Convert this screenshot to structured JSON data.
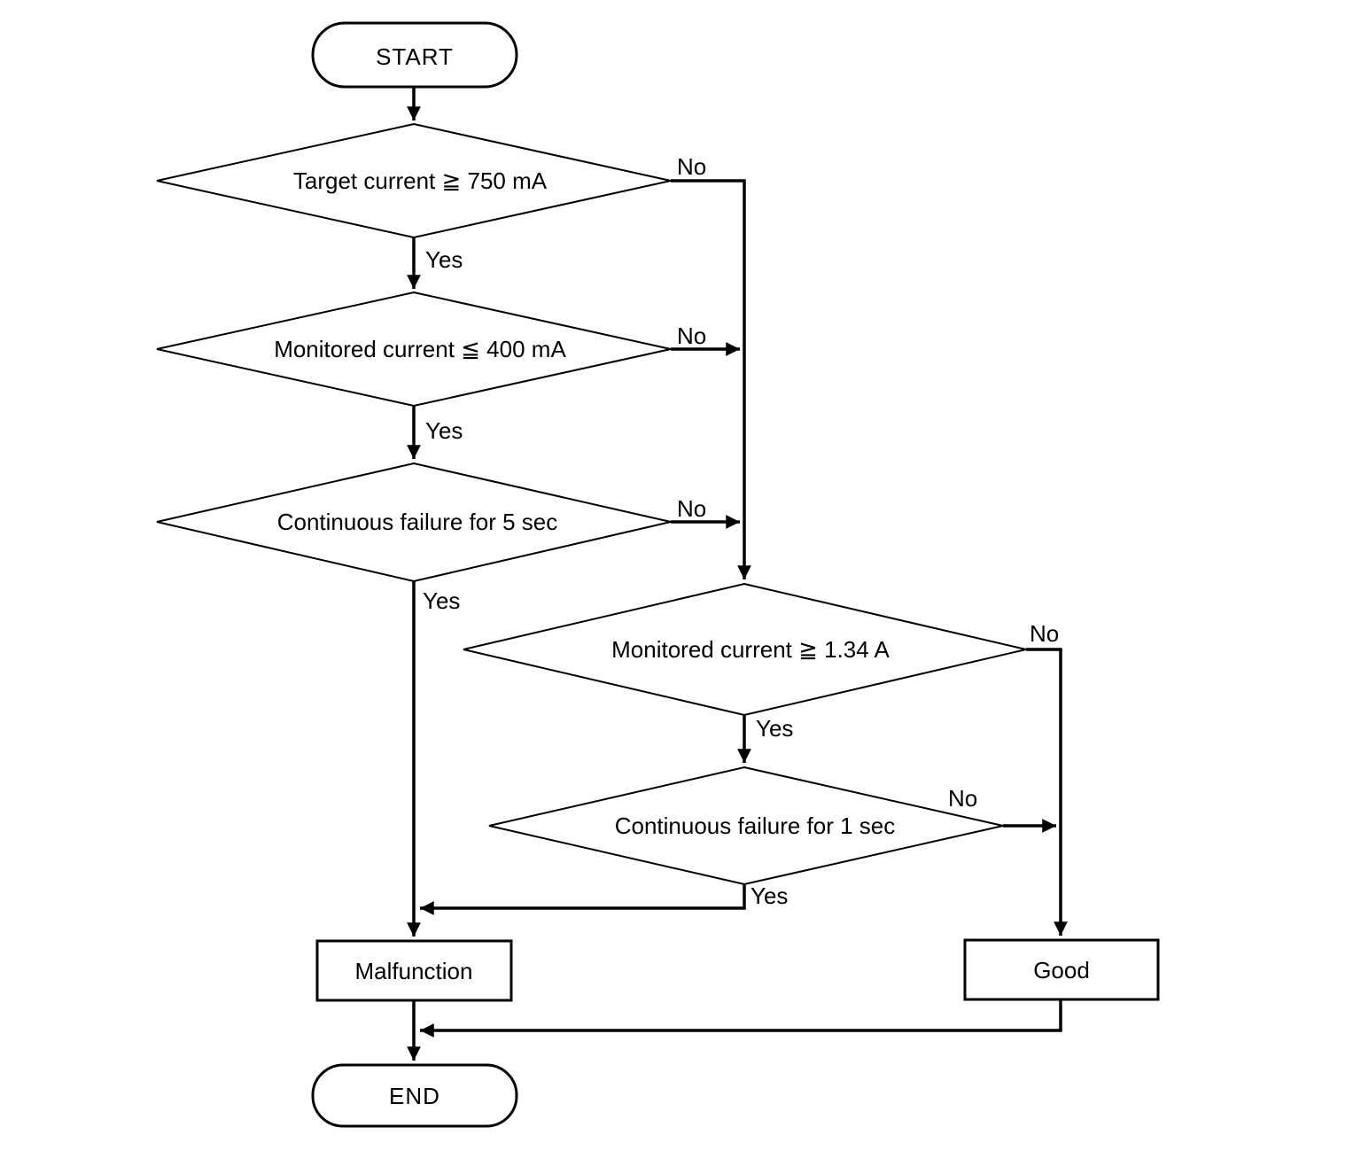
{
  "diagram": {
    "type": "flowchart",
    "nodes": {
      "start": "START",
      "decision_target_current": "Target current ≧ 750 mA",
      "decision_monitored_current_low": "Monitored current ≦ 400 mA",
      "decision_failure_5sec": "Continuous failure for 5 sec",
      "decision_monitored_current_high": "Monitored current ≧ 1.34 A",
      "decision_failure_1sec": "Continuous failure for 1 sec",
      "malfunction": "Malfunction",
      "good": "Good",
      "end": "END"
    },
    "edge_labels": {
      "d1_yes": "Yes",
      "d1_no": "No",
      "d2_yes": "Yes",
      "d2_no": "No",
      "d3_yes": "Yes",
      "d3_no": "No",
      "d4_yes": "Yes",
      "d4_no": "No",
      "d5_yes": "Yes",
      "d5_no": "No"
    },
    "colors": {
      "stroke": "#000000",
      "background": "#ffffff"
    }
  }
}
